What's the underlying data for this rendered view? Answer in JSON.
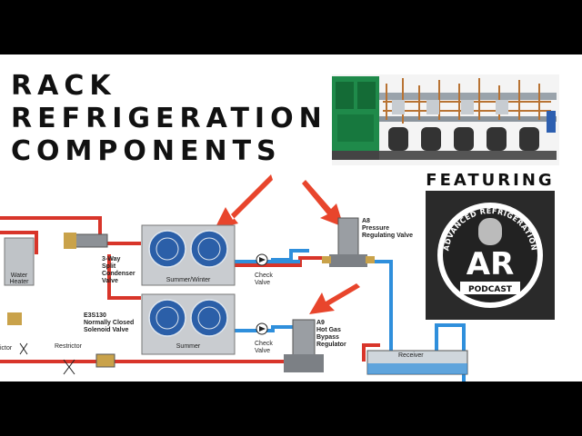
{
  "title": {
    "line1": "RACK",
    "line2": "REFRIGERATION",
    "line3": "COMPONENTS"
  },
  "featuring": "FEATURING",
  "podcast": {
    "arc_top": "ADVANCED REFRIGERATION",
    "monogram": "AR",
    "banner": "PODCAST"
  },
  "diagram": {
    "water_heater": "Water Heater",
    "three_way_valve": [
      "3-Way",
      "Split",
      "Condenser",
      "Valve"
    ],
    "summer_winter": "Summer/Winter",
    "summer": "Summer",
    "check_valve_1": [
      "Check",
      "Valve"
    ],
    "check_valve_2": [
      "Check",
      "Valve"
    ],
    "a8": [
      "A8",
      "Pressure",
      "Regulating Valve"
    ],
    "a9": [
      "A9",
      "Hot Gas",
      "Bypass",
      "Regulator"
    ],
    "e3s130": [
      "E3S130",
      "Normally Closed",
      "Solenoid Valve"
    ],
    "restrictor": "Restrictor",
    "restrictor_left": "ictor",
    "receiver": "Receiver"
  },
  "colors": {
    "hot_line": "#d8352a",
    "cold_line": "#2f8fdc",
    "arrow": "#e8452c",
    "cabinet": "#1f8a4a",
    "fan_blue": "#2b5fa8"
  }
}
